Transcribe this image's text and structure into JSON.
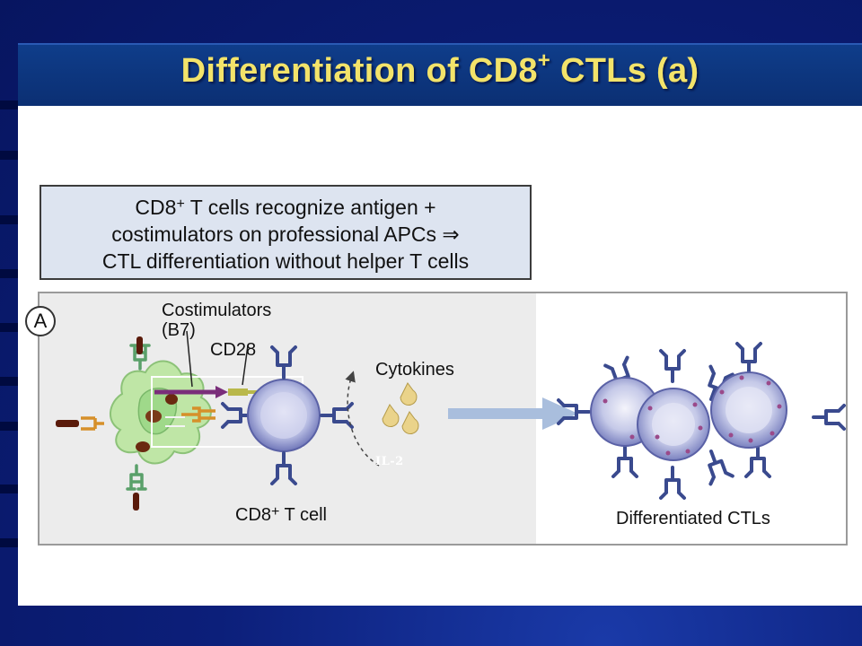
{
  "slide": {
    "title_main": "Differentiation of CD8",
    "title_sup": "+",
    "title_rest": " CTLs (a)"
  },
  "caption": {
    "line1_pre": "CD8",
    "line1_sup": "+",
    "line1_post": " T cells recognize antigen +",
    "line2": "costimulators on professional APCs ⇒",
    "line3": "CTL differentiation without helper T cells"
  },
  "figure": {
    "panel_letter": "A",
    "costimulators_label": "Costimulators",
    "b7_label": "(B7)",
    "cd28_label": "CD28",
    "cytokines_label": "Cytokines",
    "il2_label": "IL-2",
    "tcell_label_pre": "CD8",
    "tcell_label_sup": "+",
    "tcell_label_post": " T cell",
    "ctl_label": "Differentiated CTLs"
  },
  "colors": {
    "title_text": "#f3e36a",
    "title_bar": "#0f3d8a",
    "caption_bg": "#dde4f0",
    "receptor": "#3a4a8e",
    "apc": "#b9e3a4",
    "b7": "#7a2e7a",
    "cd28": "#b9b84a",
    "cytokine": "#ead38a",
    "arrow": "#a9bedd"
  }
}
